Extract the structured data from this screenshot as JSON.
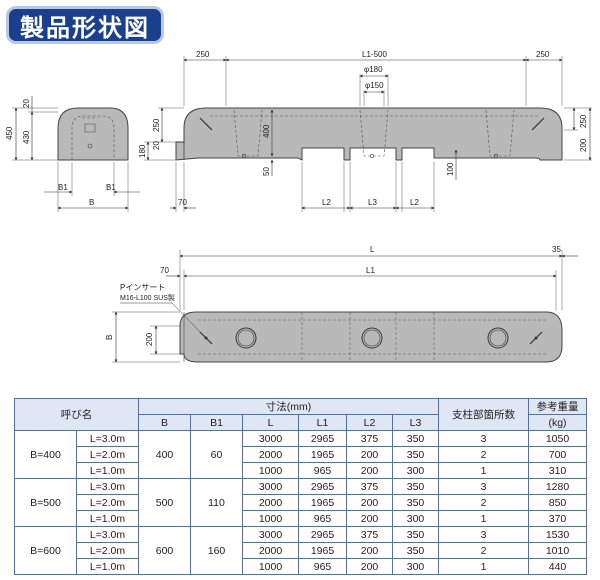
{
  "title": "製品形状図",
  "side_view": {
    "top_dims": {
      "left": "250",
      "center": "L1-500",
      "right": "250"
    },
    "phi180": "φ180",
    "phi150": "φ150",
    "left_height": "250",
    "h400": "400",
    "h180": "180",
    "h20": "20",
    "h50": "50",
    "h100": "100",
    "right_250": "250",
    "right_200": "200",
    "b70": "70",
    "L2a": "L2",
    "L3": "L3",
    "L2b": "L2"
  },
  "end_view": {
    "h20": "20",
    "h430": "430",
    "h450": "450",
    "b1a": "B1",
    "b1b": "B1",
    "b": "B"
  },
  "plan_view": {
    "L": "L",
    "d35": "35",
    "d70": "70",
    "L1": "L1",
    "insert_note_1": "Pインサート",
    "insert_note_2": "M16-L100 SUS製",
    "b": "B",
    "d200": "200"
  },
  "table": {
    "col_name": "呼び名",
    "col_dims": "寸法(mm)",
    "col_support": "支柱部箇所数",
    "col_weight": "参考重量",
    "col_weight_unit": "(kg)",
    "sub_headers": [
      "B",
      "B1",
      "L",
      "L1",
      "L2",
      "L3"
    ],
    "groups": [
      {
        "name": "B=400",
        "b": "400",
        "b1": "60",
        "rows": [
          {
            "len": "L=3.0m",
            "L": "3000",
            "L1": "2965",
            "L2": "375",
            "L3": "350",
            "support": "3",
            "weight": "1050"
          },
          {
            "len": "L=2.0m",
            "L": "2000",
            "L1": "1965",
            "L2": "200",
            "L3": "350",
            "support": "2",
            "weight": "700"
          },
          {
            "len": "L=1.0m",
            "L": "1000",
            "L1": "965",
            "L2": "200",
            "L3": "300",
            "support": "1",
            "weight": "310"
          }
        ]
      },
      {
        "name": "B=500",
        "b": "500",
        "b1": "110",
        "rows": [
          {
            "len": "L=3.0m",
            "L": "3000",
            "L1": "2965",
            "L2": "375",
            "L3": "350",
            "support": "3",
            "weight": "1280"
          },
          {
            "len": "L=2.0m",
            "L": "2000",
            "L1": "1965",
            "L2": "200",
            "L3": "350",
            "support": "2",
            "weight": "850"
          },
          {
            "len": "L=1.0m",
            "L": "1000",
            "L1": "965",
            "L2": "200",
            "L3": "300",
            "support": "1",
            "weight": "370"
          }
        ]
      },
      {
        "name": "B=600",
        "b": "600",
        "b1": "160",
        "rows": [
          {
            "len": "L=3.0m",
            "L": "3000",
            "L1": "2965",
            "L2": "375",
            "L3": "350",
            "support": "3",
            "weight": "1530"
          },
          {
            "len": "L=2.0m",
            "L": "2000",
            "L1": "1965",
            "L2": "200",
            "L3": "350",
            "support": "2",
            "weight": "1010"
          },
          {
            "len": "L=1.0m",
            "L": "1000",
            "L1": "965",
            "L2": "200",
            "L3": "300",
            "support": "1",
            "weight": "440"
          }
        ]
      }
    ]
  }
}
